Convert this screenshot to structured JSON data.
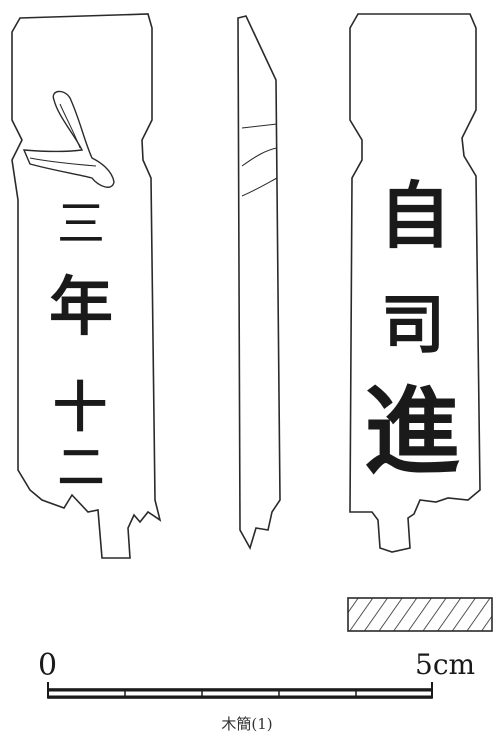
{
  "slip_front": {
    "chars": [
      "三",
      "年",
      "十",
      "二"
    ]
  },
  "slip_back": {
    "chars": [
      "自",
      "司",
      "進"
    ]
  },
  "scale": {
    "start_label": "0",
    "end_label": "5cm"
  },
  "caption": "木簡(1)",
  "colors": {
    "ink": "#1a1a1a",
    "outline": "#2a2a2a",
    "paper": "#ffffff"
  }
}
